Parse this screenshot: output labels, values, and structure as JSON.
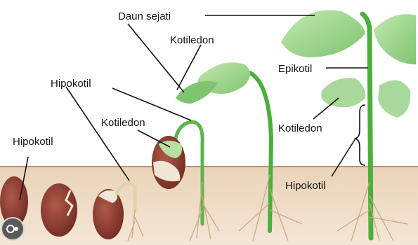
{
  "labels": {
    "daun_sejati": "Daun sejati",
    "kotiledon_top": "Kotiledon",
    "hipokotil_upper": "Hipokotil",
    "kotiledon_mid": "Kotiledon",
    "hipokotil_left": "Hipokotil",
    "epikotil": "Epikotil",
    "kotiledon_right": "Kotiledon",
    "hipokotil_soil": "Hipokotil"
  },
  "colors": {
    "soil": "#e8cfb3",
    "soil_line": "#b89478",
    "seed": "#8b3a2e",
    "leaf": "#a8d89a",
    "stem": "#4caf3c"
  },
  "icons": {
    "corner_badge": "lens-icon"
  }
}
